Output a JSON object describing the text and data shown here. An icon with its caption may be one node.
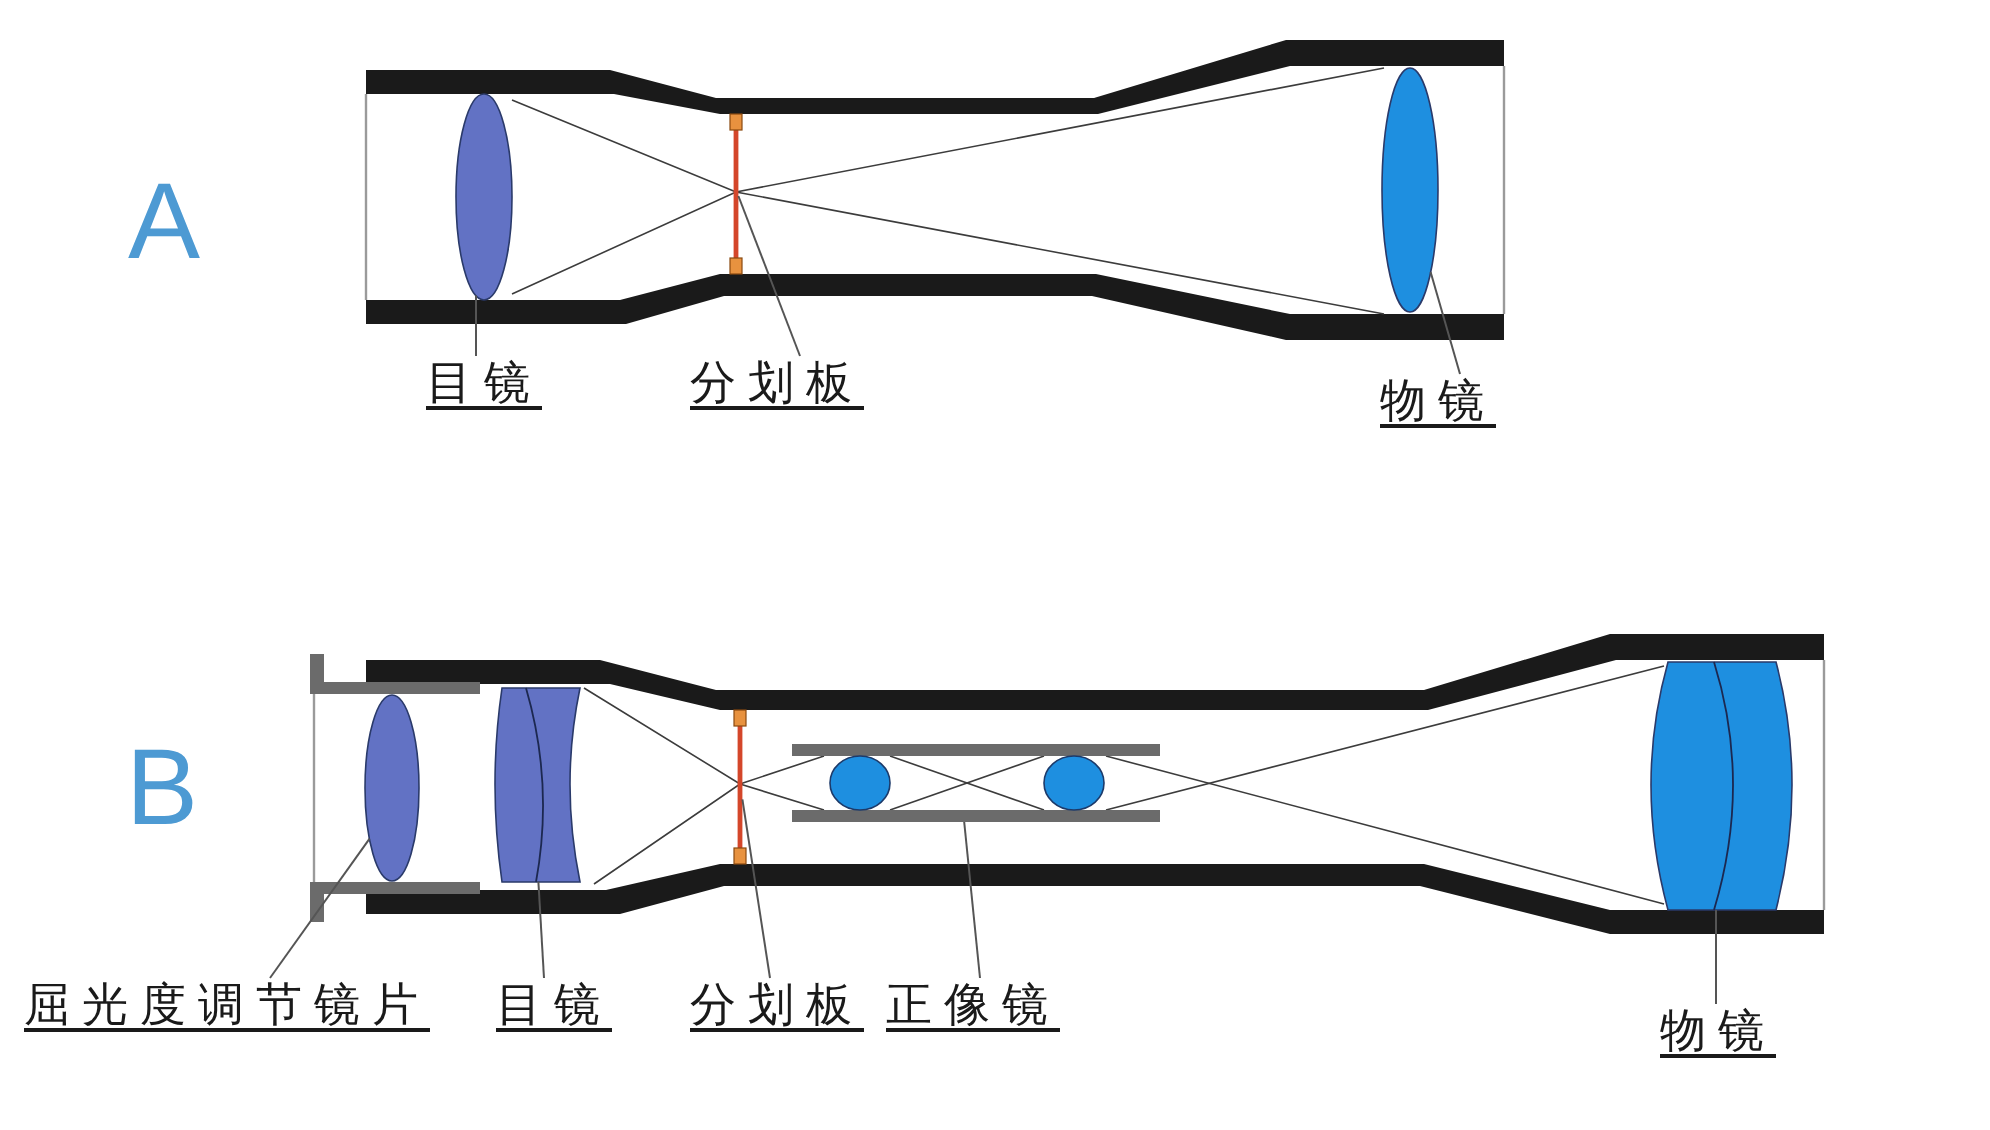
{
  "diagram": {
    "nodes": [
      {
        "text": [],
        "shape": "ellipse"
      },
      {
        "text": [],
        "shape": "bar"
      },
      {
        "text": [],
        "shape": "ellipse"
      },
      {
        "text": [
          "目镜"
        ]
      },
      {
        "text": [
          "分划板"
        ]
      },
      {
        "text": [
          "物镜"
        ]
      },
      {
        "text": [],
        "shape": "ellipse"
      },
      {
        "text": [],
        "shape": "ellipse"
      },
      {
        "text": [],
        "shape": "bar"
      },
      {
        "text": [],
        "shape": "box"
      },
      {
        "text": [],
        "shape": "ellipse"
      },
      {
        "text": [
          "屈光度调节镜片"
        ]
      },
      {
        "text": [
          "目镜"
        ]
      },
      {
        "text": [
          "分划板"
        ]
      },
      {
        "text": [
          "正像镜"
        ]
      },
      {
        "text": [
          "物镜"
        ]
      }
    ],
    "edges": [
      {
        "from": 3,
        "to": 0,
        "arrow": "none"
      },
      {
        "from": 4,
        "to": 1,
        "arrow": "none"
      },
      {
        "from": 5,
        "to": 2,
        "arrow": "none"
      },
      {
        "from": 11,
        "to": 6,
        "arrow": "none"
      },
      {
        "from": 12,
        "to": 7,
        "arrow": "none"
      },
      {
        "from": 13,
        "to": 8,
        "arrow": "none"
      },
      {
        "from": 14,
        "to": 9,
        "arrow": "none"
      },
      {
        "from": 15,
        "to": 10,
        "arrow": "none"
      }
    ],
    "labels": [
      "A",
      "B"
    ]
  }
}
